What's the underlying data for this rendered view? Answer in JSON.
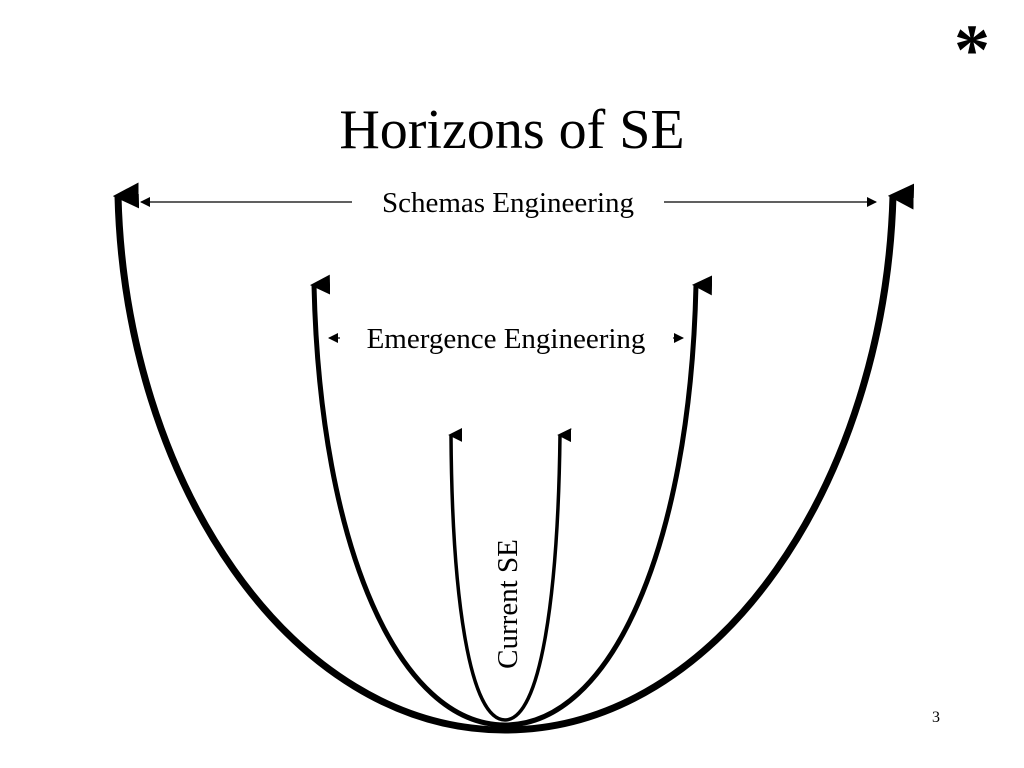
{
  "slide": {
    "corner_mark": "*",
    "title": "Horizons of SE",
    "page_number": "3"
  },
  "diagram": {
    "horizons": [
      {
        "label": "Schemas Engineering"
      },
      {
        "label": "Emergence Engineering"
      },
      {
        "label": "Current SE"
      }
    ]
  }
}
